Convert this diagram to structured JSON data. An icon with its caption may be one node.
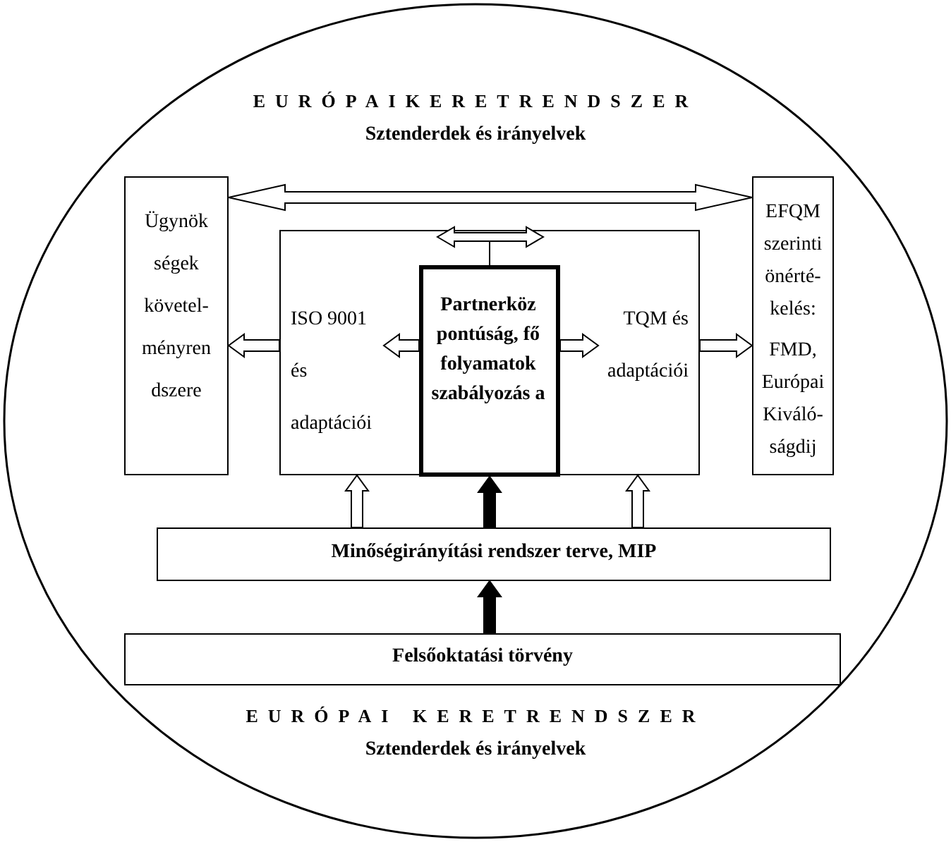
{
  "diagram": {
    "nodes": [
      {
        "text": [
          "EURÓPAIKERETRENDSZER",
          "Sztenderdek és irányelvek",
          "EURÓPAI KERETRENDSZER",
          "Sztenderdek és irányelvek"
        ]
      },
      {
        "text": [
          "Ügynök ségek követel- ményren dszere"
        ],
        "in": 0
      },
      {
        "text": [],
        "shape": "box",
        "in": 0
      },
      {
        "text": [
          "ISO 9001 és adaptációi"
        ],
        "in": 2
      },
      {
        "text": [
          "Partnerköz pontúság, fő folyamatok szabályozás a"
        ],
        "in": 2
      },
      {
        "text": [
          "TQM és adaptációi"
        ],
        "in": 2
      },
      {
        "text": [
          "EFQM szerinti önérté- kelés:",
          "FMD, Európai Kiváló- ságdij"
        ],
        "in": 0
      },
      {
        "text": [
          "Minőségirányítási rendszer terve, MIP"
        ],
        "in": 0
      },
      {
        "text": [
          "Felsőoktatási törvény"
        ],
        "in": 0
      }
    ],
    "edges": [
      {
        "from": 1,
        "to": 6,
        "arrow": "both"
      },
      {
        "from": 4,
        "to": 3,
        "arrow": "to"
      },
      {
        "from": 4,
        "to": 5,
        "arrow": "to"
      },
      {
        "from": 2,
        "to": 1,
        "arrow": "to"
      },
      {
        "from": 2,
        "to": 6,
        "arrow": "to"
      },
      {
        "from": 7,
        "to": 2,
        "arrow": "to"
      },
      {
        "from": 7,
        "to": 4,
        "arrow": "to",
        "style": "thick"
      },
      {
        "from": 7,
        "to": 2,
        "arrow": "to"
      },
      {
        "from": 8,
        "to": 7,
        "arrow": "to",
        "style": "thick"
      }
    ]
  }
}
